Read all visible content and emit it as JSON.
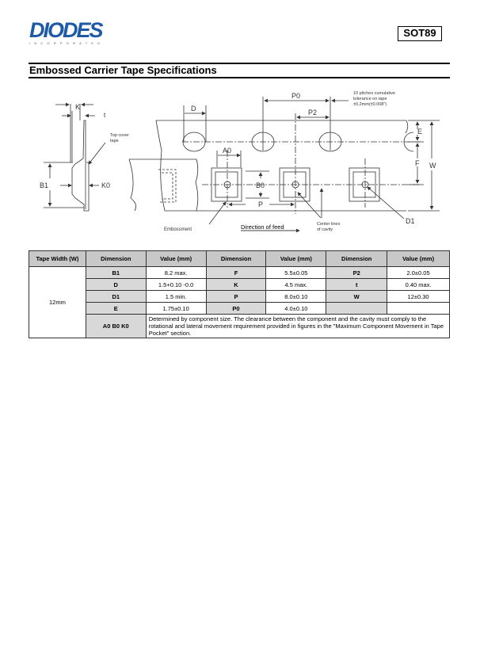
{
  "header": {
    "logo_text": "DIODES",
    "logo_sub": "INCORPORATED",
    "package": "SOT89",
    "title": "Embossed Carrier Tape Specifications"
  },
  "diagram": {
    "labels": {
      "K": "K",
      "t": "t",
      "B1": "B1",
      "K0": "K0",
      "top_cover": [
        "Top cover",
        "tape"
      ],
      "D": "D",
      "P0": "P0",
      "P2": "P2",
      "A0": "A0",
      "B0": "B0",
      "P": "P",
      "E": "E",
      "F": "F",
      "W": "W",
      "D1": "D1",
      "embossment": "Embossment",
      "direction": "Direction of feed",
      "center_lines": [
        "Center lines",
        "of cavity"
      ],
      "tolerance": [
        "10 pitches cumulative",
        "tolerance on tape",
        "±0.2mm(±0.008\")"
      ]
    }
  },
  "table": {
    "headers": [
      "Tape Width (W)",
      "Dimension",
      "Value (mm)",
      "Dimension",
      "Value (mm)",
      "Dimension",
      "Value (mm)"
    ],
    "tape_width": "12mm",
    "rows": [
      [
        "B1",
        "8.2 max.",
        "F",
        "5.5±0.05",
        "P2",
        "2.0±0.05"
      ],
      [
        "D",
        "1.5+0.10 -0.0",
        "K",
        "4.5 max.",
        "t",
        "0.40 max."
      ],
      [
        "D1",
        "1.5 min.",
        "P",
        "8.0±0.10",
        "W",
        "12±0.30"
      ],
      [
        "E",
        "1.75±0.10",
        "P0",
        "4.0±0.10",
        "",
        ""
      ]
    ],
    "last_row": {
      "dimension": "A0 B0 K0",
      "note": "Determined by component size. The clearance between the component and the cavity must comply to the rotational and lateral movement requirement provided in figures in the \"Maximum Component Movement in Tape Pocket\" section."
    }
  }
}
